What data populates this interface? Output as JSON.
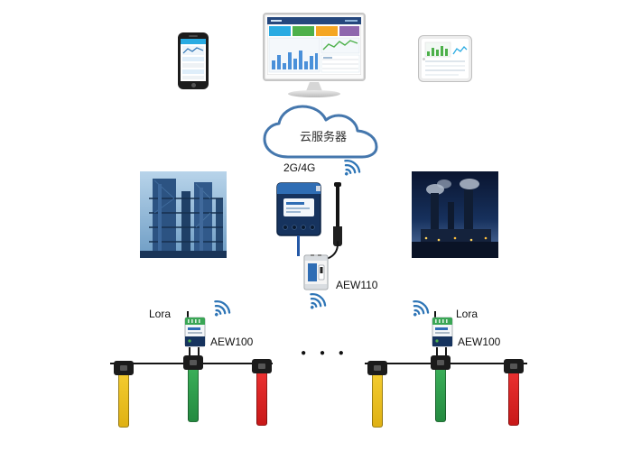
{
  "diagram": {
    "cloud": {
      "label": "云服务器"
    },
    "network": {
      "label": "2G/4G"
    },
    "meter": {
      "label": "AEW110"
    },
    "left_group": {
      "lora_label": "Lora",
      "device_label": "AEW100"
    },
    "right_group": {
      "lora_label": "Lora",
      "device_label": "AEW100"
    },
    "ellipsis": "● ● ●"
  },
  "colors": {
    "wifi_blue": "#2e75b6",
    "cloud_outline": "#4577ad",
    "device_navy": "#16335e",
    "device_blue": "#2f6db4",
    "ct_yellow": "#eec11e",
    "ct_green": "#2f9e4e",
    "ct_red": "#e01f1f"
  },
  "icons": {
    "wifi-icon": "radio-signal-arcs",
    "cloud-icon": "cloud-outline",
    "ellipsis-icon": "three-dots"
  }
}
